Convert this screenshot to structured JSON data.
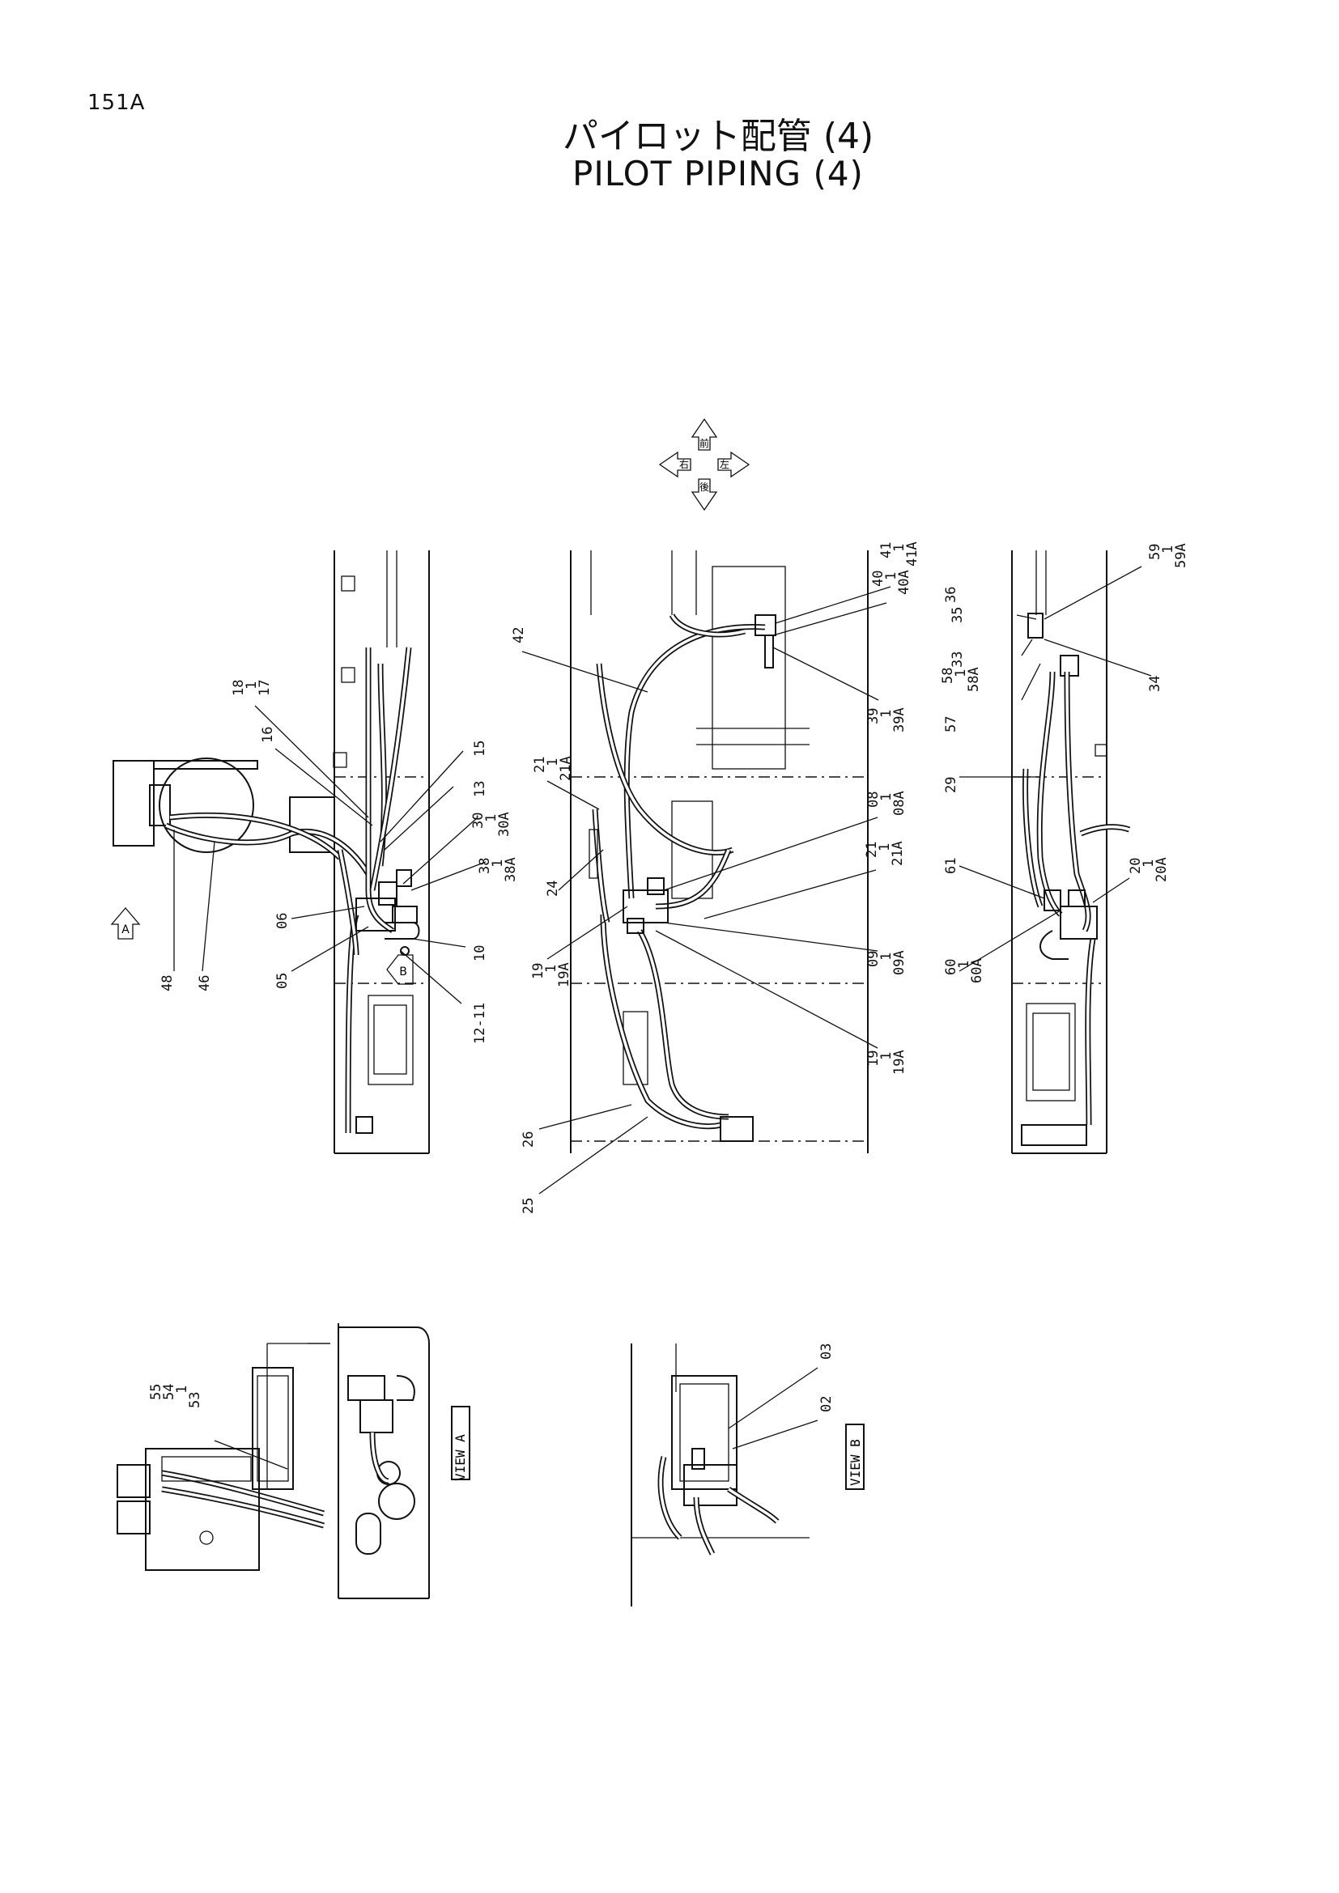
{
  "page_number": "151A",
  "title_jp": "パイロット配管 (4)",
  "title_en": "PILOT PIPING (4)",
  "view_labels": {
    "a": "VIEW A",
    "b": "VIEW B"
  },
  "direction_arrows": {
    "front": "前",
    "rear": "後",
    "left": "左",
    "right": "右"
  },
  "view_markers": {
    "a": "A",
    "b": "B"
  },
  "callouts": {
    "left": [
      "18",
      "1",
      "17",
      "16",
      "15",
      "13",
      "30",
      "1",
      "30A",
      "38",
      "1",
      "38A",
      "06",
      "05",
      "10",
      "12-11",
      "48",
      "46"
    ],
    "center": [
      "42",
      "41",
      "1",
      "41A",
      "40",
      "1",
      "40A",
      "39",
      "1",
      "39A",
      "21",
      "1",
      "21A",
      "08",
      "1",
      "08A",
      "21",
      "1",
      "21A",
      "24",
      "19",
      "1",
      "19A",
      "09",
      "1",
      "09A",
      "19",
      "1",
      "19A",
      "26",
      "25"
    ],
    "right": [
      "36",
      "35",
      "59",
      "1",
      "59A",
      "58",
      "1",
      "58A",
      "33",
      "34",
      "57",
      "29",
      "61",
      "20",
      "1",
      "20A",
      "60",
      "1",
      "60A"
    ],
    "view_a": [
      "55",
      "54",
      "1",
      "53"
    ],
    "view_b": [
      "03",
      "02"
    ]
  }
}
